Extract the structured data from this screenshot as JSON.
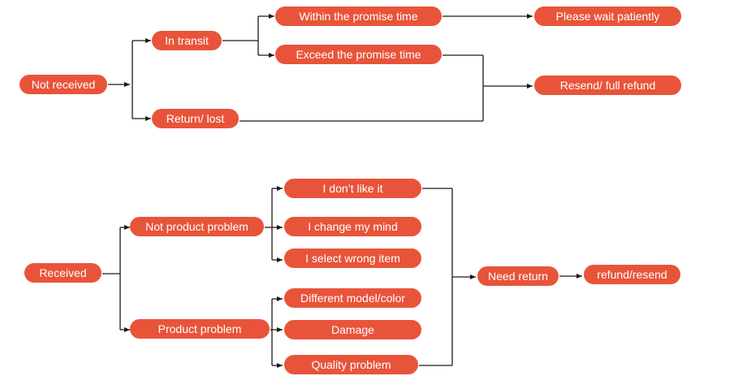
{
  "colors": {
    "node_fill": "#e8543a",
    "node_text": "#ffffff",
    "connector": "#1a1a1a"
  },
  "flow1": {
    "not_received": "Not received",
    "in_transit": "In transit",
    "within_promise": "Within the promise time",
    "exceed_promise": "Exceed the promise time",
    "return_lost": "Return/ lost",
    "please_wait": "Please wait patiently",
    "resend_refund": "Resend/ full refund"
  },
  "flow2": {
    "received": "Received",
    "not_product_problem": "Not product problem",
    "product_problem": "Product problem",
    "dont_like": "I don’t like it",
    "change_mind": "I change my mind",
    "wrong_item": "I select wrong item",
    "different_model": "Different model/color",
    "damage": "Damage",
    "quality_problem": "Quality problem",
    "need_return": "Need return",
    "refund_resend": "refund/resend"
  }
}
